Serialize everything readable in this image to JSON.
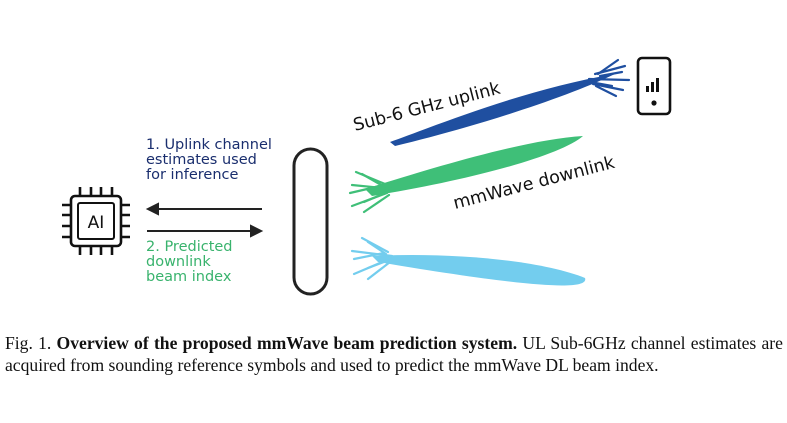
{
  "colors": {
    "uplink": "#1f4fa0",
    "downlink_green": "#3fbf78",
    "downlink_cyan": "#73cdee",
    "text_dark": "#111111",
    "step1_text": "#1a2e6e",
    "step2_text": "#39b36d"
  },
  "icons": {
    "ai_chip": "ai-chip-icon",
    "phone": "phone-icon",
    "antenna": "antenna-array-icon"
  },
  "ai_chip": {
    "label": "AI"
  },
  "beams": {
    "uplink_label": "Sub-6 GHz uplink",
    "downlink_label": "mmWave downlink"
  },
  "steps": {
    "step1": [
      "1. Uplink channel",
      "estimates used",
      "for inference"
    ],
    "step2": [
      "2. Predicted",
      "downlink",
      "beam index"
    ]
  },
  "caption": {
    "prefix": "Fig. 1.",
    "title": "Overview of the proposed mmWave beam prediction system.",
    "body": "UL Sub-6GHz channel estimates are acquired from sounding reference symbols and used to predict the mmWave DL beam index."
  }
}
